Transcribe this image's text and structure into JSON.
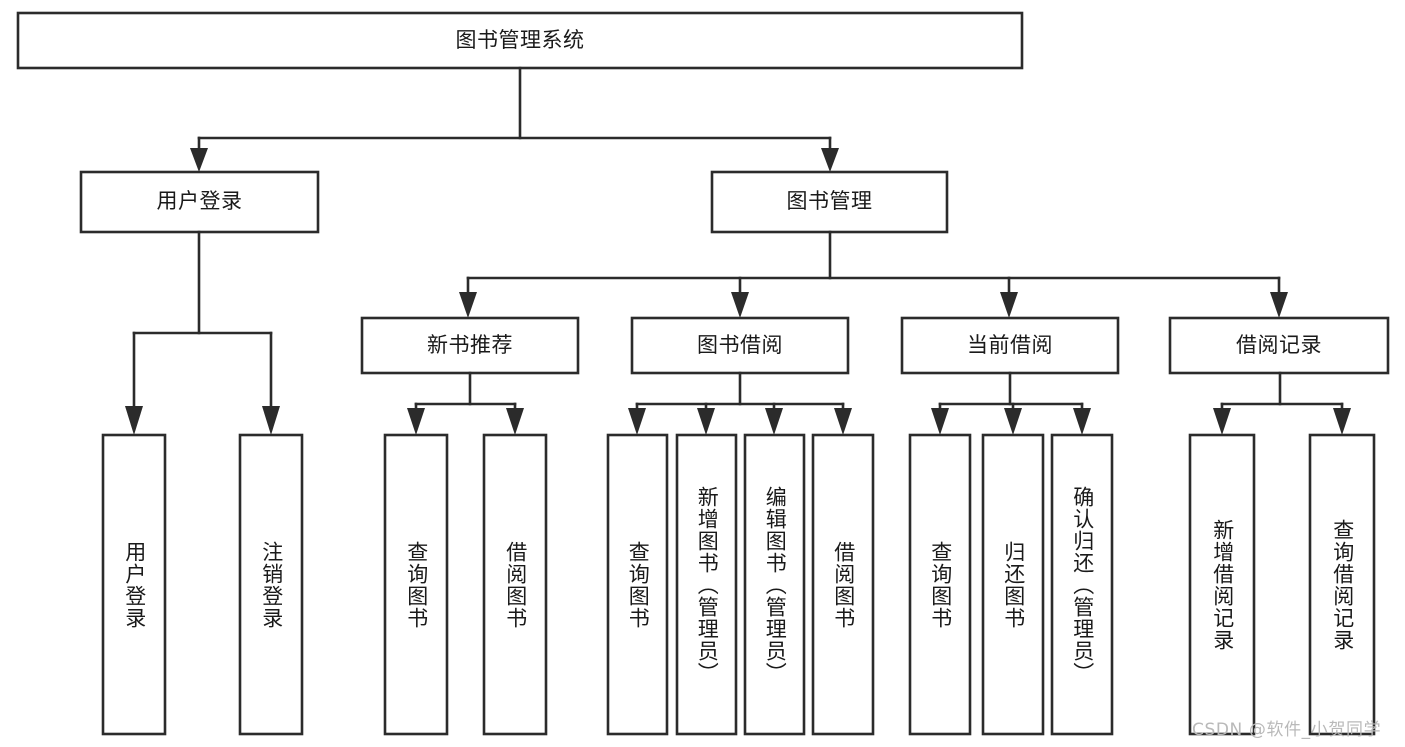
{
  "diagram": {
    "title": "图书管理系统",
    "watermark": "CSDN @软件_小贺同学",
    "colors": {
      "box_stroke": "#2b2b2b",
      "box_fill": "#ffffff",
      "text": "#1a1a1a",
      "watermark": "#b9b9b9",
      "background": "#ffffff"
    },
    "levels": {
      "root": {
        "label": "图书管理系统"
      },
      "level2": [
        {
          "id": "user-login",
          "label": "用户登录"
        },
        {
          "id": "book-management",
          "label": "图书管理"
        }
      ],
      "level3": [
        {
          "id": "new-book-recommend",
          "label": "新书推荐",
          "parent": "book-management"
        },
        {
          "id": "book-borrow",
          "label": "图书借阅",
          "parent": "book-management"
        },
        {
          "id": "current-borrow",
          "label": "当前借阅",
          "parent": "book-management"
        },
        {
          "id": "borrow-record",
          "label": "借阅记录",
          "parent": "book-management"
        }
      ],
      "leaves": [
        {
          "id": "leaf-user-login",
          "label": "用户登录",
          "parent": "user-login"
        },
        {
          "id": "leaf-logout-login",
          "label": "注销登录",
          "parent": "user-login"
        },
        {
          "id": "leaf-query-book-1",
          "label": "查询图书",
          "parent": "new-book-recommend"
        },
        {
          "id": "leaf-borrow-book-1",
          "label": "借阅图书",
          "parent": "new-book-recommend"
        },
        {
          "id": "leaf-query-book-2",
          "label": "查询图书",
          "parent": "book-borrow"
        },
        {
          "id": "leaf-add-book",
          "label": "新增图书（管理员）",
          "parent": "book-borrow"
        },
        {
          "id": "leaf-edit-book",
          "label": "编辑图书（管理员）",
          "parent": "book-borrow"
        },
        {
          "id": "leaf-borrow-book-2",
          "label": "借阅图书",
          "parent": "book-borrow"
        },
        {
          "id": "leaf-query-book-3",
          "label": "查询图书",
          "parent": "current-borrow"
        },
        {
          "id": "leaf-return-book",
          "label": "归还图书",
          "parent": "current-borrow"
        },
        {
          "id": "leaf-confirm-return",
          "label": "确认归还（管理员）",
          "parent": "current-borrow"
        },
        {
          "id": "leaf-add-record",
          "label": "新增借阅记录",
          "parent": "borrow-record"
        },
        {
          "id": "leaf-query-record",
          "label": "查询借阅记录",
          "parent": "borrow-record"
        }
      ]
    }
  }
}
